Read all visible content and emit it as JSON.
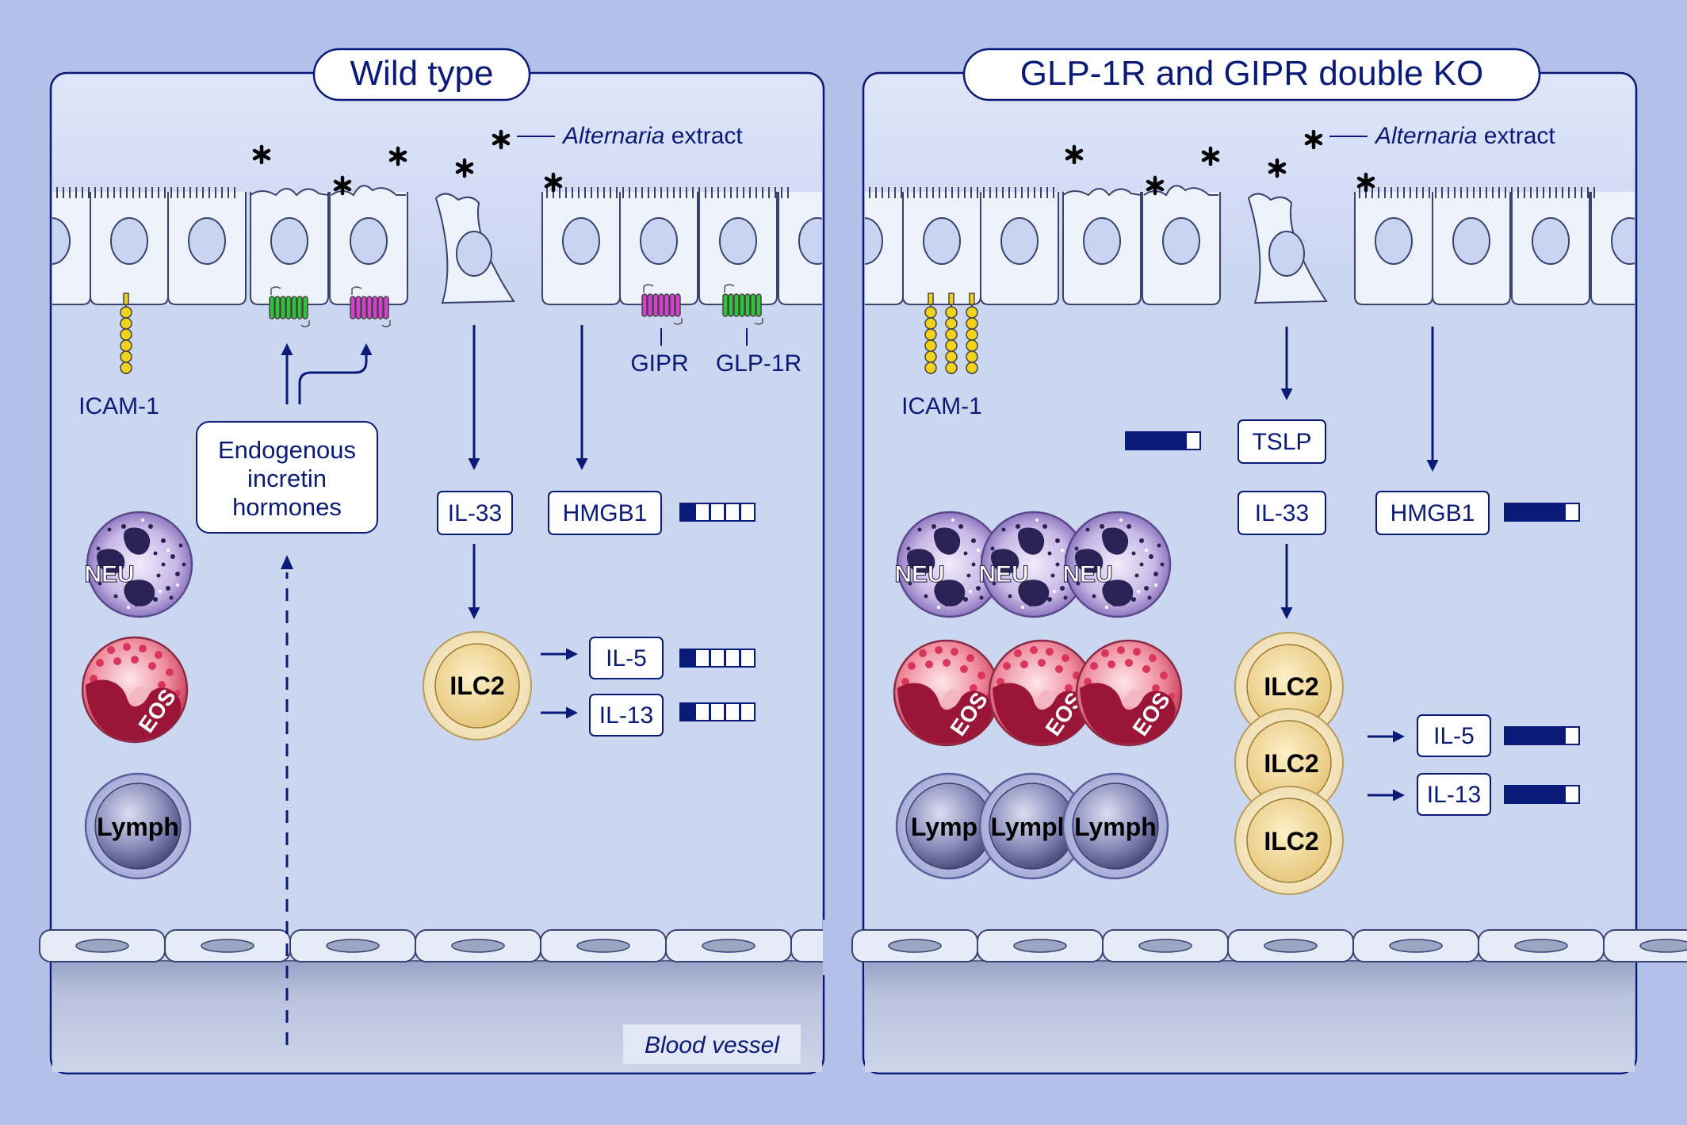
{
  "panels": {
    "left": {
      "title": "Wild type",
      "alternaria_italic": "Alternaria",
      "alternaria_suffix": " extract",
      "icam1": "ICAM-1",
      "gipr": "GIPR",
      "glp1r": "GLP-1R",
      "incretin_lines": [
        "Endogenous",
        "incretin",
        "hormones"
      ],
      "il33": "IL-33",
      "hmgb1": "HMGB1",
      "hmgb1_level": 1,
      "ilc2": "ILC2",
      "il5": "IL-5",
      "il5_level": 1,
      "il13": "IL-13",
      "il13_level": 1,
      "neu": "NEU",
      "eos": "EOS",
      "lymph": "Lymph",
      "blood_vessel": "Blood vessel"
    },
    "right": {
      "title": "GLP-1R and GIPR double KO",
      "alternaria_italic": "Alternaria",
      "alternaria_suffix": " extract",
      "icam1": "ICAM-1",
      "tslp": "TSLP",
      "tslp_level": 4,
      "il33": "IL-33",
      "hmgb1": "HMGB1",
      "hmgb1_level": 4,
      "ilc2": "ILC2",
      "il5": "IL-5",
      "il5_level": 4,
      "il13": "IL-13",
      "il13_level": 4,
      "neu": "NEU",
      "eos": "EOS",
      "lymph_labels": [
        "Lymp",
        "Lympl",
        "Lymph"
      ]
    }
  },
  "level_max": 5,
  "colors": {
    "navy": "#0a1a78",
    "panel_bg": "#cbd6f0",
    "cell_fill": "#edf1fb",
    "glp1r_green": "#2fc23a",
    "gipr_magenta": "#d63fd1",
    "icam_yellow": "#f2d21a"
  }
}
